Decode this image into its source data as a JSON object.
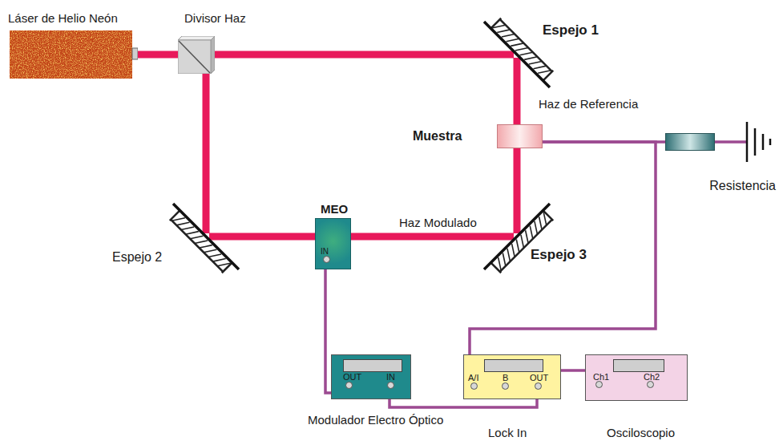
{
  "diagram": {
    "nodes": [
      {
        "text": [
          "Láser de Helio Neón"
        ]
      },
      {
        "text": [
          "Divisor Haz"
        ]
      },
      {
        "text": [
          "Espejo 1"
        ]
      },
      {
        "text": [
          "Muestra"
        ]
      },
      {
        "text": [
          "Resistencia"
        ]
      },
      {
        "text": [
          "Espejo 2"
        ]
      },
      {
        "text": [
          "MEO",
          "IN"
        ]
      },
      {
        "text": [
          "Espejo 3"
        ]
      },
      {
        "text": [
          "OUT",
          "IN",
          "Modulador Electro Óptico"
        ]
      },
      {
        "text": [
          "A/I",
          "B",
          "OUT",
          "Lock In"
        ]
      },
      {
        "text": [
          "Ch1",
          "Ch2",
          "Osciloscopio"
        ]
      }
    ],
    "edges": [
      {
        "from": 0,
        "to": 1,
        "arrow": "none"
      },
      {
        "from": 1,
        "to": 2,
        "arrow": "none"
      },
      {
        "from": 2,
        "to": 3,
        "label": "Haz de Referencia",
        "arrow": "none"
      },
      {
        "from": 1,
        "to": 5,
        "arrow": "none"
      },
      {
        "from": 5,
        "to": 6,
        "arrow": "none"
      },
      {
        "from": 6,
        "to": 7,
        "label": "Haz Modulado",
        "arrow": "none"
      },
      {
        "from": 7,
        "to": 3,
        "arrow": "none"
      },
      {
        "from": 3,
        "to": 4,
        "arrow": "none"
      },
      {
        "from": 3,
        "to": 9,
        "arrow": "none"
      },
      {
        "from": 8,
        "to": 6,
        "arrow": "none"
      },
      {
        "from": 9,
        "to": 8,
        "arrow": "none"
      },
      {
        "from": 9,
        "to": 10,
        "arrow": "none"
      }
    ]
  }
}
